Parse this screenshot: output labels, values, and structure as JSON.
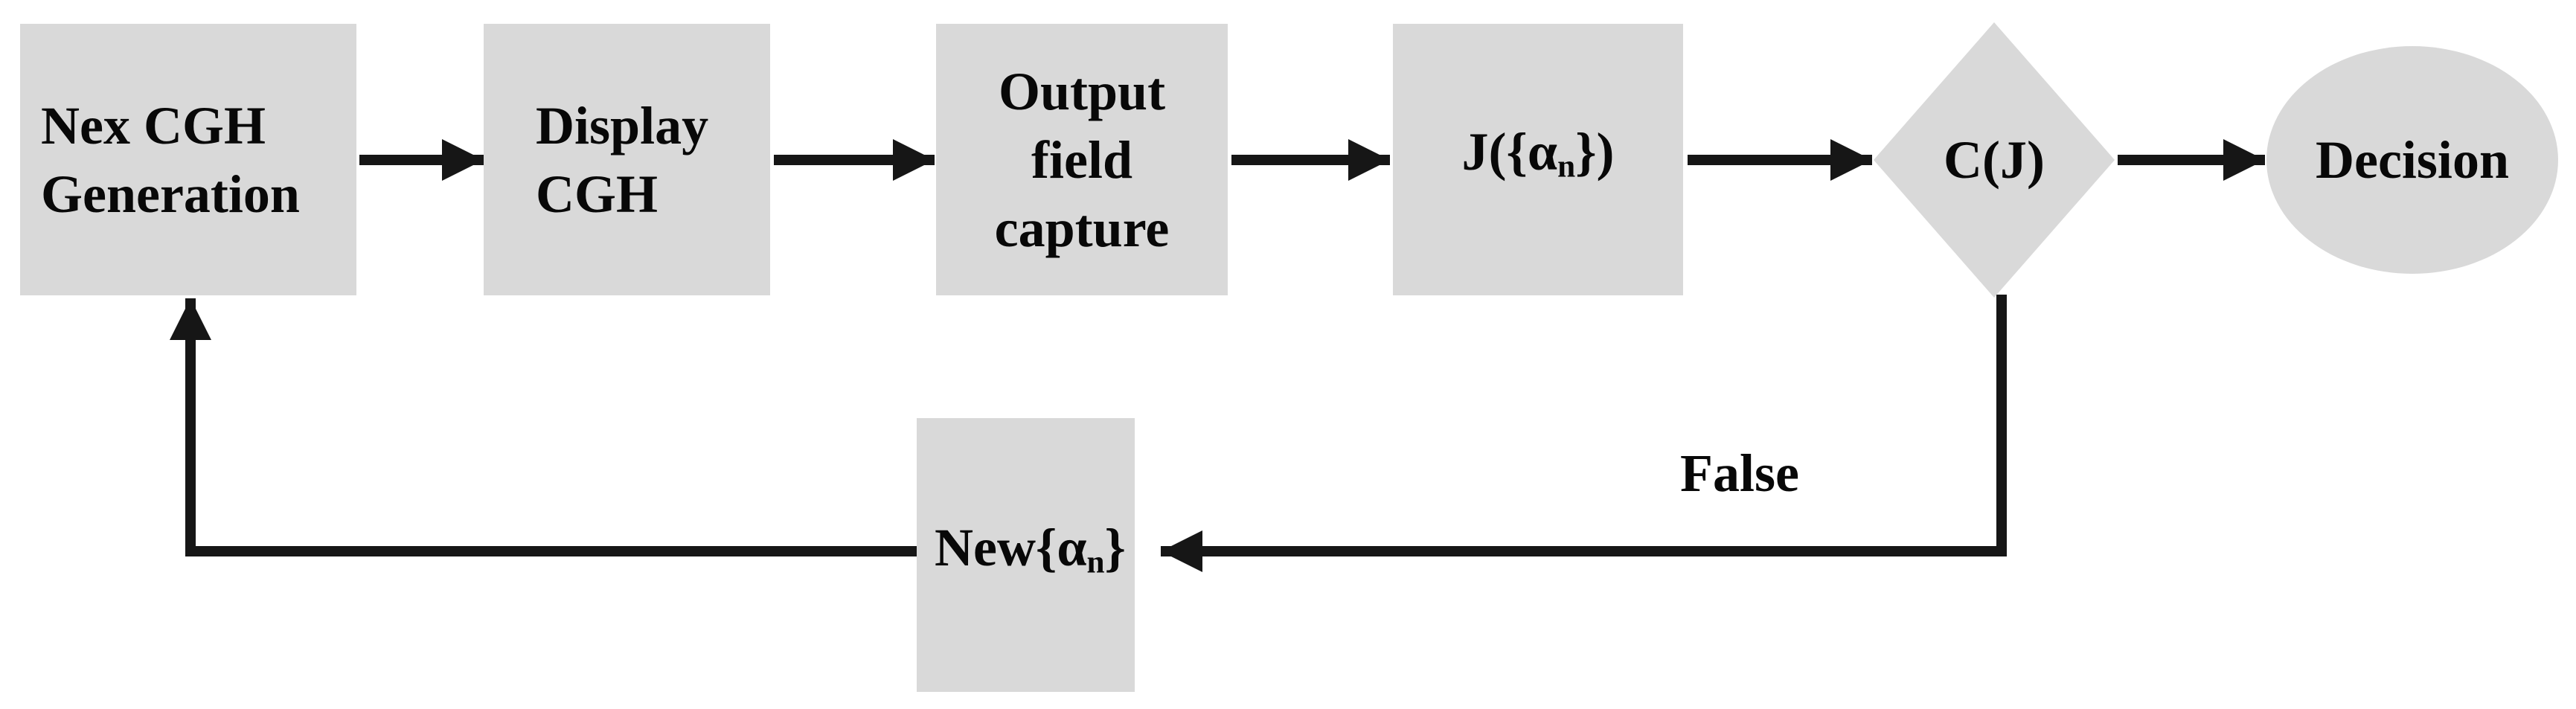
{
  "figure": {
    "type": "flowchart",
    "colors": {
      "node_fill": "#d9d9d9",
      "line_color": "#161616",
      "text_color": "#080808",
      "background": "#ffffff"
    }
  },
  "nodes": {
    "next_cgh_generation": {
      "shape": "rectangle",
      "line1": "Nex CGH",
      "line2": "Generation"
    },
    "display_cgh": {
      "shape": "rectangle",
      "line1": "Display",
      "line2": "CGH"
    },
    "output_field_capture": {
      "shape": "rectangle",
      "line1": "Output",
      "line2": "field",
      "line3": "capture"
    },
    "cost_function": {
      "shape": "rectangle",
      "pre": "J({α",
      "sub": "n",
      "post": "})"
    },
    "condition": {
      "shape": "diamond",
      "label": "C(J)"
    },
    "decision": {
      "shape": "ellipse",
      "label": "Decision"
    },
    "new_coefficients": {
      "shape": "rectangle",
      "pre": "New{α",
      "sub": "n",
      "post": "}"
    }
  },
  "edges": [
    {
      "from": "next_cgh_generation",
      "to": "display_cgh"
    },
    {
      "from": "display_cgh",
      "to": "output_field_capture"
    },
    {
      "from": "output_field_capture",
      "to": "cost_function"
    },
    {
      "from": "cost_function",
      "to": "condition"
    },
    {
      "from": "condition",
      "to": "decision"
    },
    {
      "from": "condition",
      "to": "new_coefficients",
      "label": "False"
    },
    {
      "from": "new_coefficients",
      "to": "next_cgh_generation"
    }
  ]
}
